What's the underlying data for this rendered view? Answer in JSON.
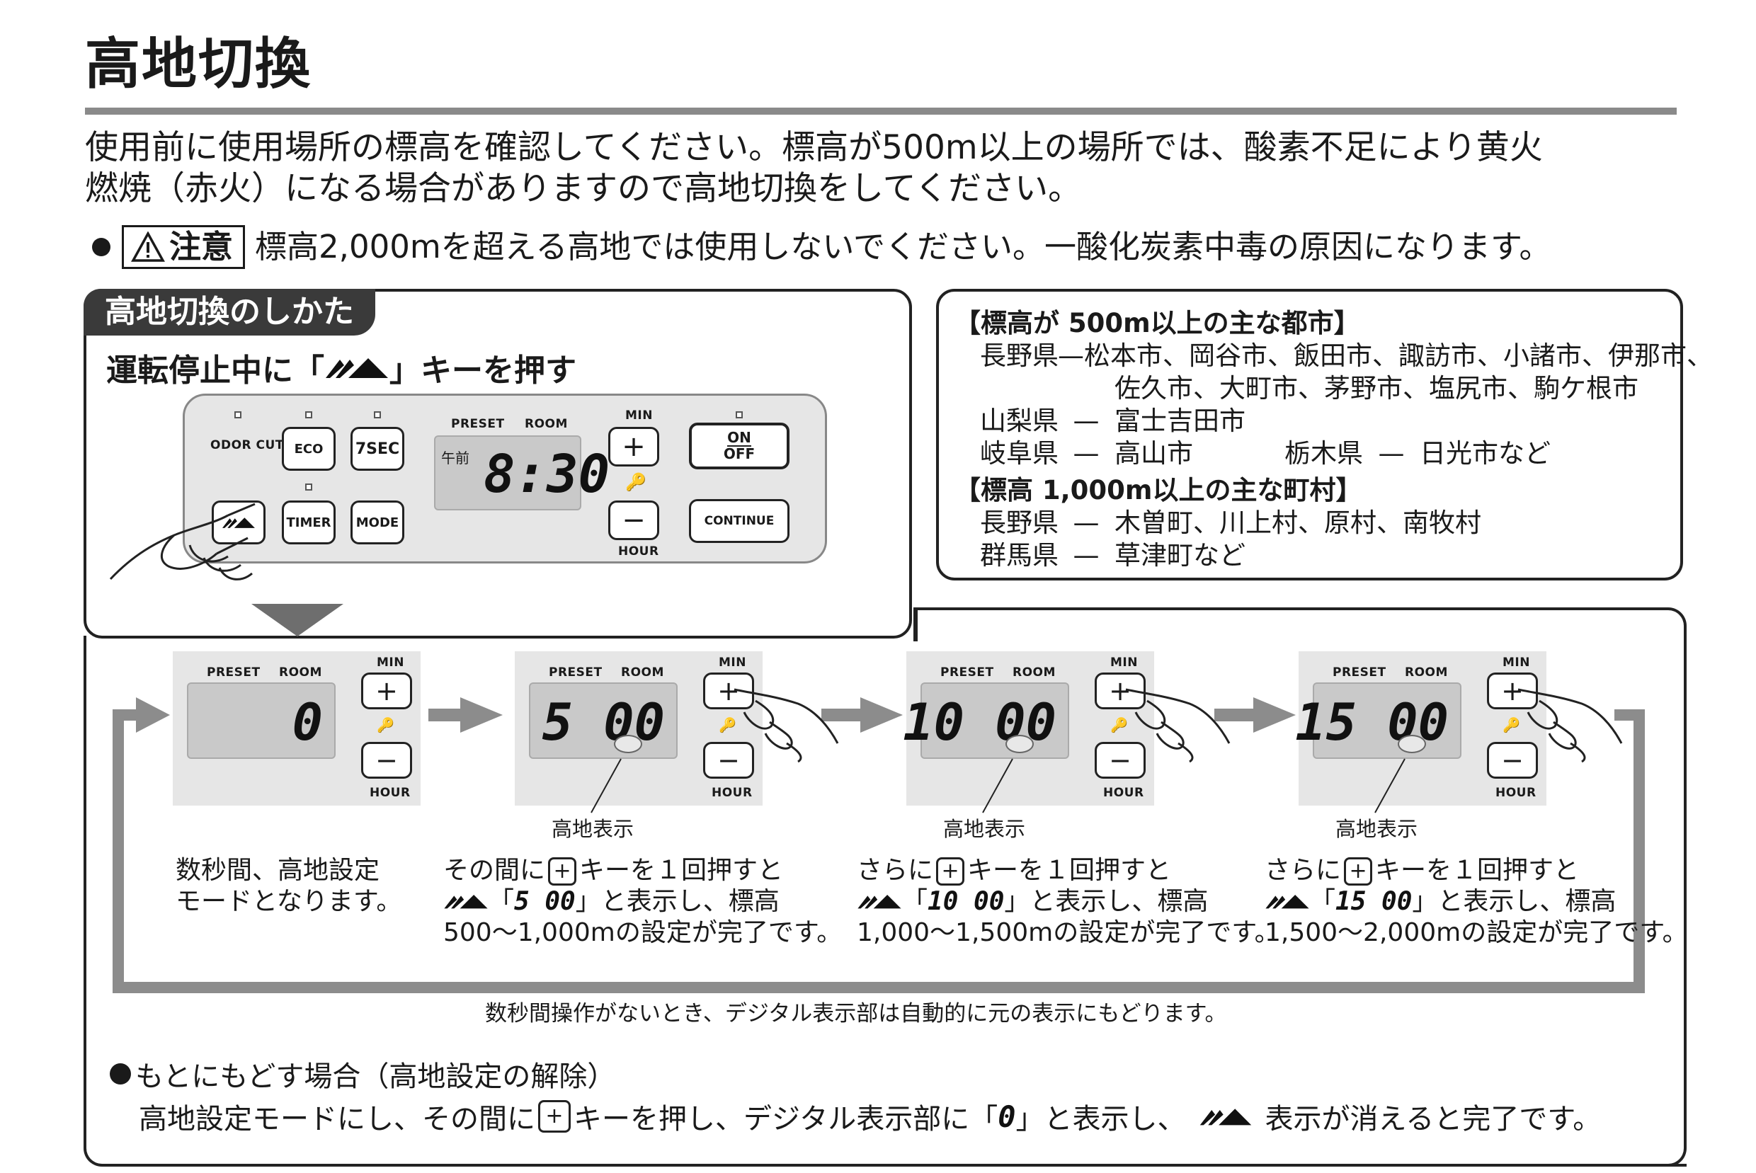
{
  "title": "高地切換",
  "intro": {
    "line1": "使用前に使用場所の標高を確認してください。標高が500m以上の場所では、酸素不足により黄火",
    "line2": "燃焼（赤火）になる場合がありますので高地切換をしてください。"
  },
  "caution": {
    "label": "注意",
    "text": "標高2,000mを超える高地では使用しないでください。一酸化炭素中毒の原因になります。"
  },
  "howto": {
    "tab": "高地切換のしかた",
    "instruction_pre": "運転停止中に「",
    "instruction_post": "」キーを押す"
  },
  "control_panel": {
    "odor_cut": "ODOR CUT",
    "eco": "ECO",
    "sec7": "7SEC",
    "timer": "TIMER",
    "mode": "MODE",
    "preset": "PRESET",
    "room": "ROOM",
    "gozen": "午前",
    "time": "8:30",
    "min": "MIN",
    "hour": "HOUR",
    "plus": "+",
    "minus": "−",
    "on": "ON",
    "off": "OFF",
    "continue": "CONTINUE"
  },
  "cities": {
    "heading1": "【標高が 500m以上の主な都市】",
    "rows1": [
      {
        "pref": "長野県",
        "dash": "—",
        "list": "松本市、岡谷市、飯田市、諏訪市、小諸市、伊那市、"
      },
      {
        "pref": "",
        "dash": "",
        "list": "佐久市、大町市、茅野市、塩尻市、駒ケ根市"
      },
      {
        "pref": "山梨県",
        "dash": "—",
        "list": "富士吉田市"
      },
      {
        "pref": "岐阜県",
        "dash": "—",
        "list": "高山市"
      }
    ],
    "tochigi_pref": "栃木県",
    "tochigi_list": "日光市など",
    "heading2": "【標高 1,000m以上の主な町村】",
    "rows2": [
      {
        "pref": "長野県",
        "dash": "—",
        "list": "木曽町、川上村、原村、南牧村"
      },
      {
        "pref": "群馬県",
        "dash": "—",
        "list": "草津町など"
      }
    ]
  },
  "steps": [
    {
      "value": "0",
      "label": ""
    },
    {
      "value": "5 00",
      "label": "高地表示"
    },
    {
      "value": "10 00",
      "label": "高地表示"
    },
    {
      "value": "15 00",
      "label": "高地表示"
    }
  ],
  "step_labels": {
    "preset": "PRESET",
    "room": "ROOM",
    "min": "MIN",
    "hour": "HOUR"
  },
  "captions": {
    "c1_l1": "数秒間、高地設定",
    "c1_l2": "モードとなります。",
    "c2_l1_pre": "その間に",
    "c2_l1_post": "キーを１回押すと",
    "c2_l2_pre": "「",
    "c2_l2_val": "5 00",
    "c2_l2_post": "」と表示し、標高",
    "c2_l3": "500～1,000mの設定が完了です。",
    "c3_l1_pre": "さらに",
    "c3_l1_post": "キーを１回押すと",
    "c3_l2_pre": "「",
    "c3_l2_val": "10 00",
    "c3_l2_post": "」と表示し、標高",
    "c3_l3": "1,000～1,500mの設定が完了です。",
    "c4_l1_pre": "さらに",
    "c4_l1_post": "キーを１回押すと",
    "c4_l2_pre": "「",
    "c4_l2_val": "15 00",
    "c4_l2_post": "」と表示し、標高",
    "c4_l3": "1,500～2,000mの設定が完了です。"
  },
  "auto_note": "数秒間操作がないとき、デジタル表示部は自動的に元の表示にもどります。",
  "reset": {
    "heading": "もとにもどす場合（高地設定の解除）",
    "text_pre": "高地設定モードにし、その間に",
    "text_mid": "キーを押し、デジタル表示部に「",
    "text_val": "0",
    "text_mid2": "」と表示し、",
    "text_post": "表示が消えると完了です。"
  },
  "colors": {
    "arrow": "#8c8c8c",
    "panel": "#e6e6e6",
    "lcd": "#c9c9c9",
    "tab": "#3a3a3a"
  }
}
